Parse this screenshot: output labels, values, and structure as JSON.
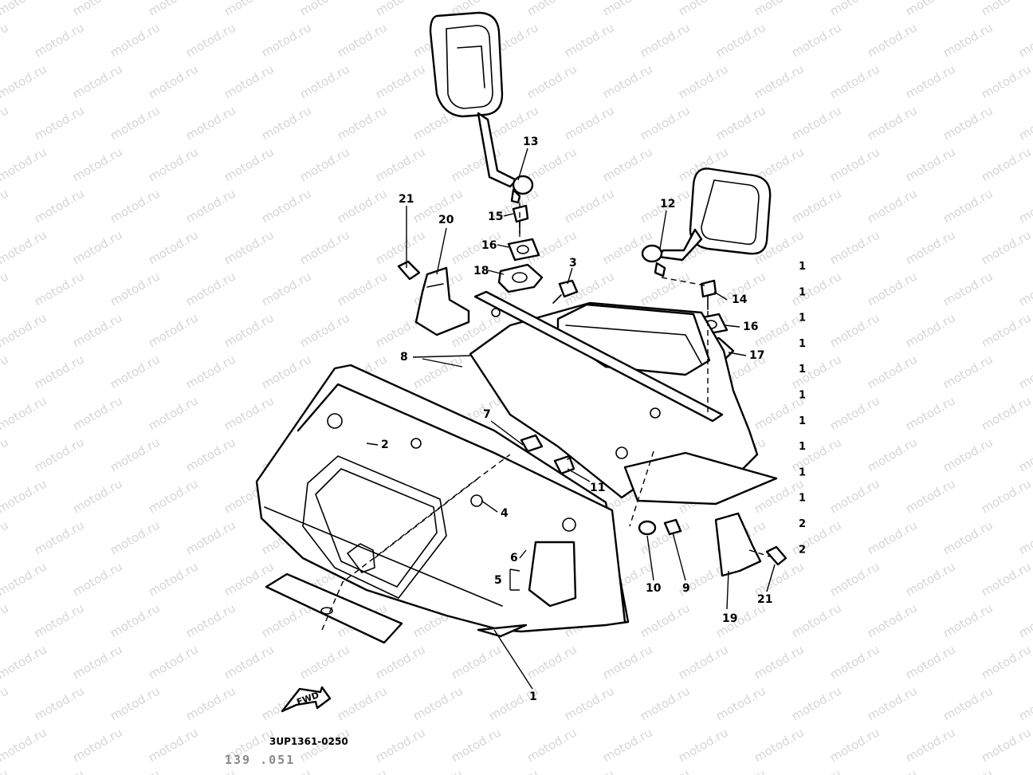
{
  "watermark": {
    "text": "motod.ru",
    "color": "#d6d6d6"
  },
  "diagram_code": "3UP1361-0250",
  "diagram_code_faint": "139 .051",
  "fwd_label": "FWD",
  "callouts": {
    "c1": "1",
    "c2": "2",
    "c3": "3",
    "c4": "4",
    "c5": "5",
    "c6": "6",
    "c7": "7",
    "c8": "8",
    "c9": "9",
    "c10": "10",
    "c11": "11",
    "c12": "12",
    "c13": "13",
    "c14": "14",
    "c15": "15",
    "c16a": "16",
    "c16b": "16",
    "c17": "17",
    "c18": "18",
    "c19": "19",
    "c20": "20",
    "c21a": "21",
    "c21b": "21"
  },
  "quantity_column": [
    "1",
    "1",
    "1",
    "1",
    "1",
    "1",
    "1",
    "1",
    "1",
    "1",
    "2",
    "2"
  ],
  "colors": {
    "line": "#000000",
    "background": "#ffffff"
  }
}
